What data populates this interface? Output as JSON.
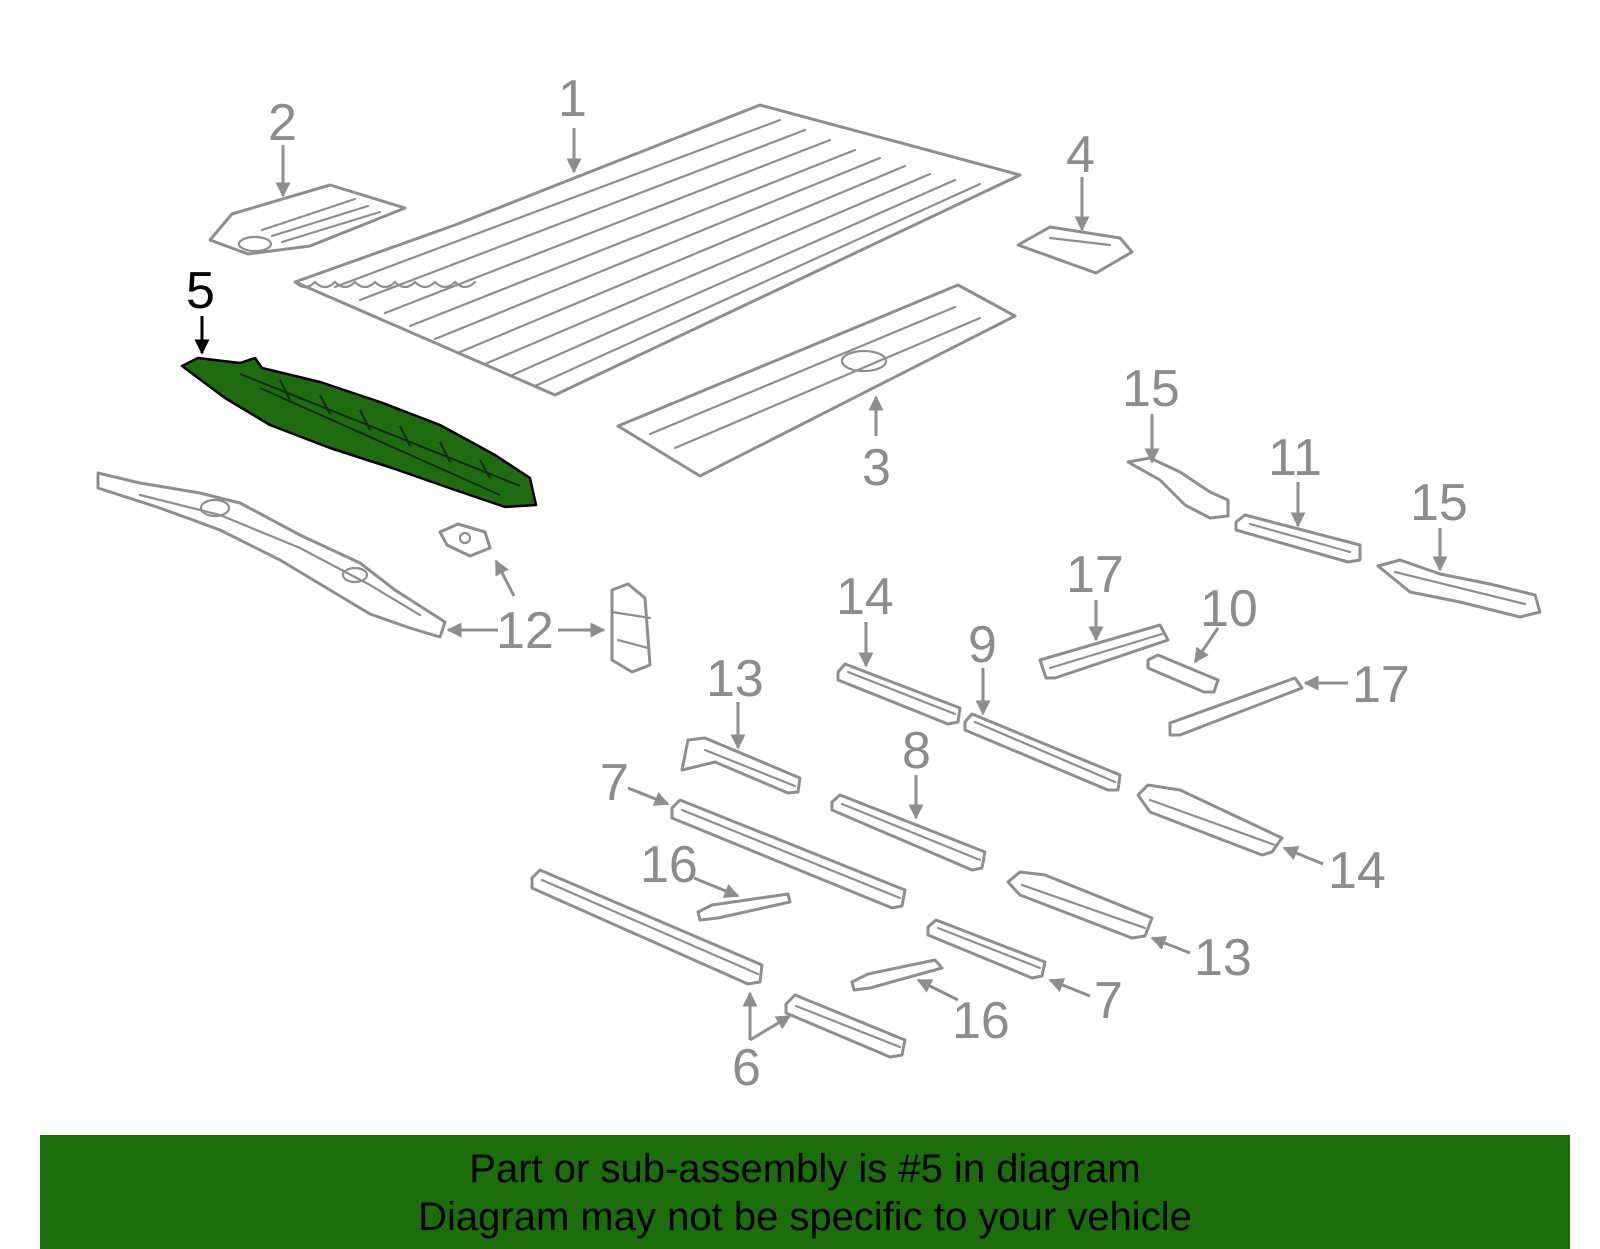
{
  "diagram": {
    "callouts": [
      "1",
      "2",
      "3",
      "4",
      "5",
      "6",
      "7",
      "8",
      "9",
      "10",
      "11",
      "12",
      "13",
      "14",
      "15",
      "16",
      "17"
    ],
    "highlighted_part": "5",
    "colors": {
      "line": "#8e8e8e",
      "label": "#8c8c8c",
      "highlight": "#1e6b10",
      "banner": "#1b6e0b"
    }
  },
  "banner": {
    "line1": "Part or sub-assembly is #5 in diagram",
    "line2": "Diagram may not be specific to your vehicle"
  }
}
